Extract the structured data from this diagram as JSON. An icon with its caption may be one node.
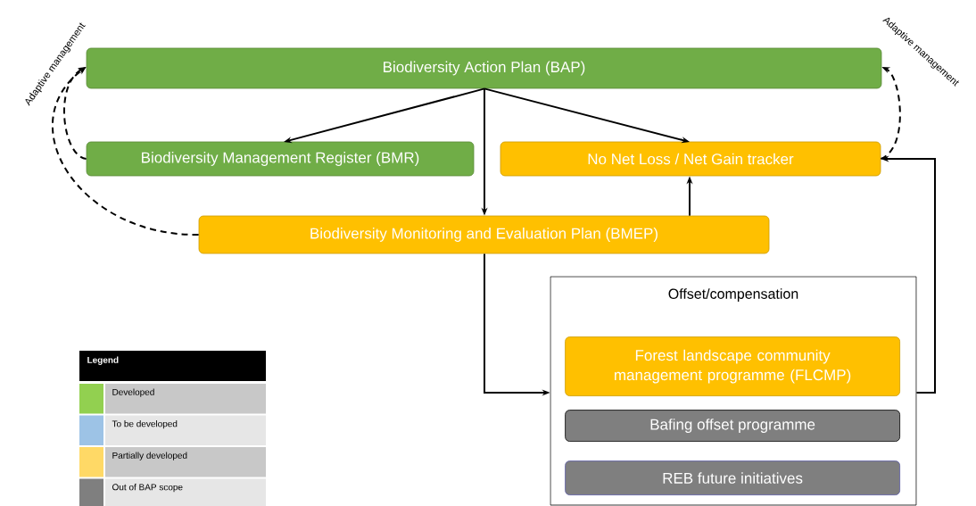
{
  "diagram": {
    "nodes": [
      {
        "text": [
          "Biodiversity Action Plan (BAP)"
        ]
      },
      {
        "text": [
          "Biodiversity Management Register (BMR)"
        ]
      },
      {
        "text": [
          "No Net Loss / Net Gain tracker"
        ]
      },
      {
        "text": [
          "Biodiversity Monitoring and Evaluation Plan (BMEP)"
        ]
      },
      {
        "text": [
          "Offset/compensation"
        ]
      },
      {
        "text": [
          "Forest landscape community management programme (FLCMP)"
        ],
        "in": 4
      },
      {
        "text": [
          "Bafing offset programme"
        ],
        "in": 4
      },
      {
        "text": [
          "REB future initiatives"
        ],
        "in": 4
      }
    ],
    "edges": [
      {
        "from": 0,
        "to": 1,
        "arrow": "to"
      },
      {
        "from": 0,
        "to": 2,
        "arrow": "to"
      },
      {
        "from": 0,
        "to": 3,
        "arrow": "to"
      },
      {
        "from": 3,
        "to": 2,
        "arrow": "to"
      },
      {
        "from": 3,
        "to": 4,
        "arrow": "to"
      },
      {
        "from": 4,
        "to": 2,
        "arrow": "to"
      },
      {
        "from": 1,
        "to": 0,
        "arrow": "to",
        "style": "dashed"
      },
      {
        "from": 3,
        "to": 0,
        "arrow": "to",
        "style": "dashed"
      },
      {
        "from": 2,
        "to": 0,
        "arrow": "to",
        "style": "dashed"
      }
    ],
    "labels": [
      "Adaptive management",
      "Adaptive management",
      "Legend"
    ],
    "legend": [
      {
        "text": "Developed",
        "color": "#92d050"
      },
      {
        "text": "To be developed",
        "color": "#9dc3e6"
      },
      {
        "text": "Partially developed",
        "color": "#ffd966"
      },
      {
        "text": "Out of BAP scope",
        "color": "#7f7f7f"
      }
    ]
  }
}
